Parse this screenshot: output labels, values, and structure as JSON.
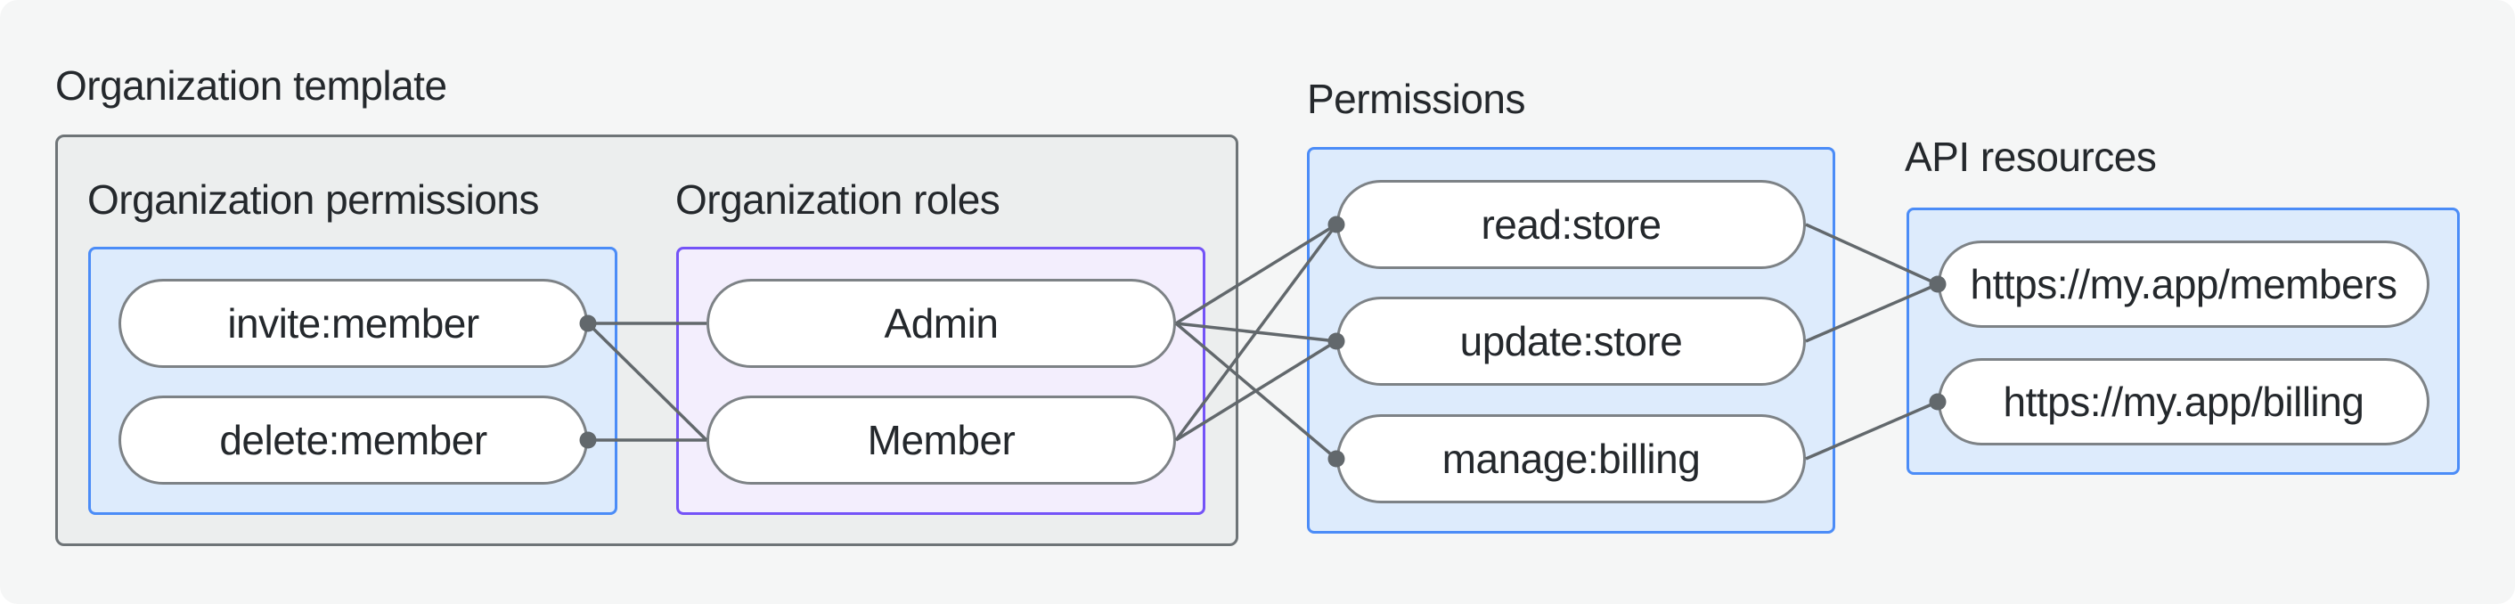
{
  "org_template": {
    "title": "Organization template",
    "permissions_group": {
      "title": "Organization permissions",
      "items": [
        {
          "label": "invite:member"
        },
        {
          "label": "delete:member"
        }
      ]
    },
    "roles_group": {
      "title": "Organization roles",
      "items": [
        {
          "label": "Admin"
        },
        {
          "label": "Member"
        }
      ]
    }
  },
  "permissions": {
    "title": "Permissions",
    "items": [
      {
        "label": "read:store"
      },
      {
        "label": "update:store"
      },
      {
        "label": "manage:billing"
      }
    ]
  },
  "api_resources": {
    "title": "API resources",
    "items": [
      {
        "label": "https://my.app/members"
      },
      {
        "label": "https://my.app/billing"
      }
    ]
  },
  "connections": [
    {
      "from": "invite:member",
      "to": "Admin"
    },
    {
      "from": "invite:member",
      "to": "Member"
    },
    {
      "from": "delete:member",
      "to": "Member"
    },
    {
      "from": "Admin",
      "to": "read:store"
    },
    {
      "from": "Admin",
      "to": "update:store"
    },
    {
      "from": "Admin",
      "to": "manage:billing"
    },
    {
      "from": "Member",
      "to": "read:store"
    },
    {
      "from": "Member",
      "to": "update:store"
    },
    {
      "from": "read:store",
      "to": "https://my.app/members"
    },
    {
      "from": "update:store",
      "to": "https://my.app/members"
    },
    {
      "from": "manage:billing",
      "to": "https://my.app/billing"
    }
  ],
  "colors": {
    "card_background": "#f5f6f6",
    "template_box_fill": "#eceeee",
    "template_box_border": "#6e7477",
    "blue_box_fill": "#ddebfc",
    "blue_box_border": "#4b8cf7",
    "purple_box_fill": "#f3eefd",
    "purple_box_border": "#7453f7",
    "pill_fill": "#ffffff",
    "pill_border": "#7d8286",
    "connector": "#62686c",
    "text": "#24282c"
  }
}
